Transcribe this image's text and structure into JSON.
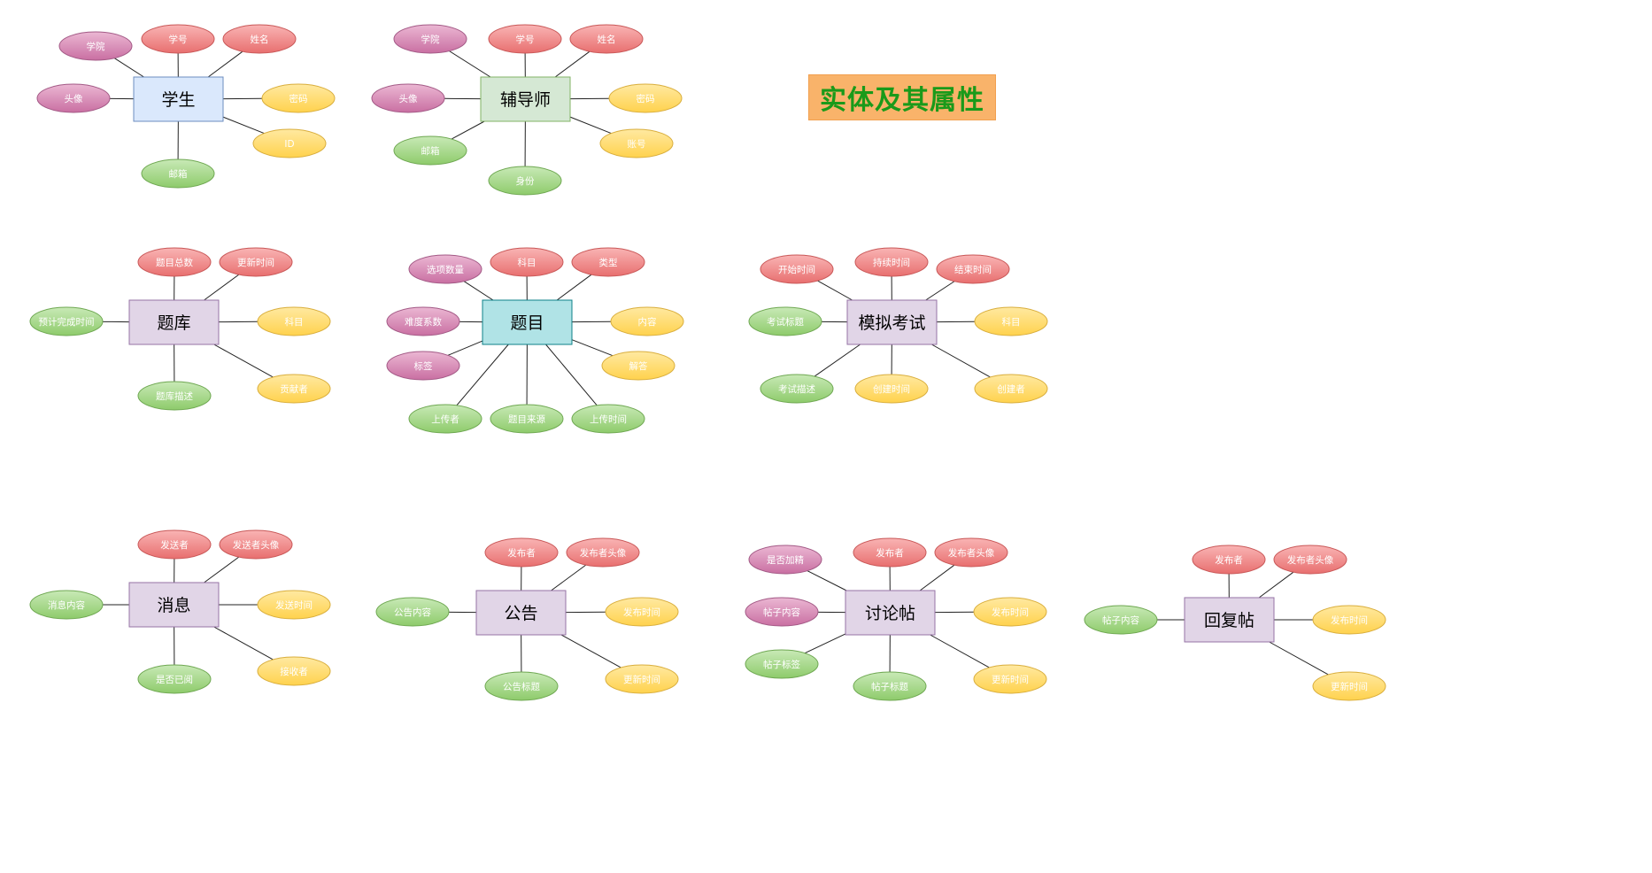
{
  "title": "实体及其属性",
  "colors": {
    "attr_red": "#f08080",
    "attr_pink": "#d57fad",
    "attr_yellow": "#ffd966",
    "attr_green": "#97d077",
    "entity_blue": "#dae8fc",
    "entity_green": "#d5e8d4",
    "entity_cyan": "#b0e3e6",
    "entity_purple": "#e1d5e7",
    "title_bg": "#f9b36a",
    "title_text": "#1a9a1a"
  },
  "entities": [
    {
      "id": "student",
      "label": "学生",
      "color": "blue",
      "attributes": [
        {
          "label": "学院",
          "color": "pink"
        },
        {
          "label": "学号",
          "color": "red"
        },
        {
          "label": "姓名",
          "color": "red"
        },
        {
          "label": "头像",
          "color": "pink"
        },
        {
          "label": "密码",
          "color": "yellow"
        },
        {
          "label": "ID",
          "color": "yellow"
        },
        {
          "label": "邮箱",
          "color": "green"
        }
      ]
    },
    {
      "id": "counselor",
      "label": "辅导师",
      "color": "green",
      "attributes": [
        {
          "label": "学院",
          "color": "pink"
        },
        {
          "label": "学号",
          "color": "red"
        },
        {
          "label": "姓名",
          "color": "red"
        },
        {
          "label": "头像",
          "color": "pink"
        },
        {
          "label": "密码",
          "color": "yellow"
        },
        {
          "label": "邮箱",
          "color": "green"
        },
        {
          "label": "账号",
          "color": "yellow"
        },
        {
          "label": "身份",
          "color": "green"
        }
      ]
    },
    {
      "id": "question-bank",
      "label": "题库",
      "color": "purple",
      "attributes": [
        {
          "label": "题目总数",
          "color": "red"
        },
        {
          "label": "更新时间",
          "color": "red"
        },
        {
          "label": "预计完成时间",
          "color": "green"
        },
        {
          "label": "科目",
          "color": "yellow"
        },
        {
          "label": "题库描述",
          "color": "green"
        },
        {
          "label": "贡献者",
          "color": "yellow"
        }
      ]
    },
    {
      "id": "question",
      "label": "题目",
      "color": "cyan",
      "attributes": [
        {
          "label": "选项数量",
          "color": "pink"
        },
        {
          "label": "科目",
          "color": "red"
        },
        {
          "label": "类型",
          "color": "red"
        },
        {
          "label": "难度系数",
          "color": "pink"
        },
        {
          "label": "内容",
          "color": "yellow"
        },
        {
          "label": "标签",
          "color": "pink"
        },
        {
          "label": "解答",
          "color": "yellow"
        },
        {
          "label": "上传者",
          "color": "green"
        },
        {
          "label": "题目来源",
          "color": "green"
        },
        {
          "label": "上传时间",
          "color": "green"
        }
      ]
    },
    {
      "id": "mock-exam",
      "label": "模拟考试",
      "color": "purple",
      "attributes": [
        {
          "label": "开始时间",
          "color": "red"
        },
        {
          "label": "持续时间",
          "color": "red"
        },
        {
          "label": "结束时间",
          "color": "red"
        },
        {
          "label": "考试标题",
          "color": "green"
        },
        {
          "label": "科目",
          "color": "yellow"
        },
        {
          "label": "考试描述",
          "color": "green"
        },
        {
          "label": "创建时间",
          "color": "yellow"
        },
        {
          "label": "创建者",
          "color": "yellow"
        }
      ]
    },
    {
      "id": "message",
      "label": "消息",
      "color": "purple",
      "attributes": [
        {
          "label": "发送者",
          "color": "red"
        },
        {
          "label": "发送者头像",
          "color": "red"
        },
        {
          "label": "消息内容",
          "color": "green"
        },
        {
          "label": "发送时间",
          "color": "yellow"
        },
        {
          "label": "是否已阅",
          "color": "green"
        },
        {
          "label": "接收者",
          "color": "yellow"
        }
      ]
    },
    {
      "id": "announcement",
      "label": "公告",
      "color": "purple",
      "attributes": [
        {
          "label": "发布者",
          "color": "red"
        },
        {
          "label": "发布者头像",
          "color": "red"
        },
        {
          "label": "公告内容",
          "color": "green"
        },
        {
          "label": "发布时间",
          "color": "yellow"
        },
        {
          "label": "公告标题",
          "color": "green"
        },
        {
          "label": "更新时间",
          "color": "yellow"
        }
      ]
    },
    {
      "id": "discussion-post",
      "label": "讨论帖",
      "color": "purple",
      "attributes": [
        {
          "label": "是否加精",
          "color": "pink"
        },
        {
          "label": "发布者",
          "color": "red"
        },
        {
          "label": "发布者头像",
          "color": "red"
        },
        {
          "label": "帖子内容",
          "color": "pink"
        },
        {
          "label": "发布时间",
          "color": "yellow"
        },
        {
          "label": "帖子标签",
          "color": "green"
        },
        {
          "label": "帖子标题",
          "color": "green"
        },
        {
          "label": "更新时间",
          "color": "yellow"
        }
      ]
    },
    {
      "id": "reply-post",
      "label": "回复帖",
      "color": "purple",
      "attributes": [
        {
          "label": "发布者",
          "color": "red"
        },
        {
          "label": "发布者头像",
          "color": "red"
        },
        {
          "label": "帖子内容",
          "color": "green"
        },
        {
          "label": "发布时间",
          "color": "yellow"
        },
        {
          "label": "更新时间",
          "color": "yellow"
        }
      ]
    }
  ]
}
